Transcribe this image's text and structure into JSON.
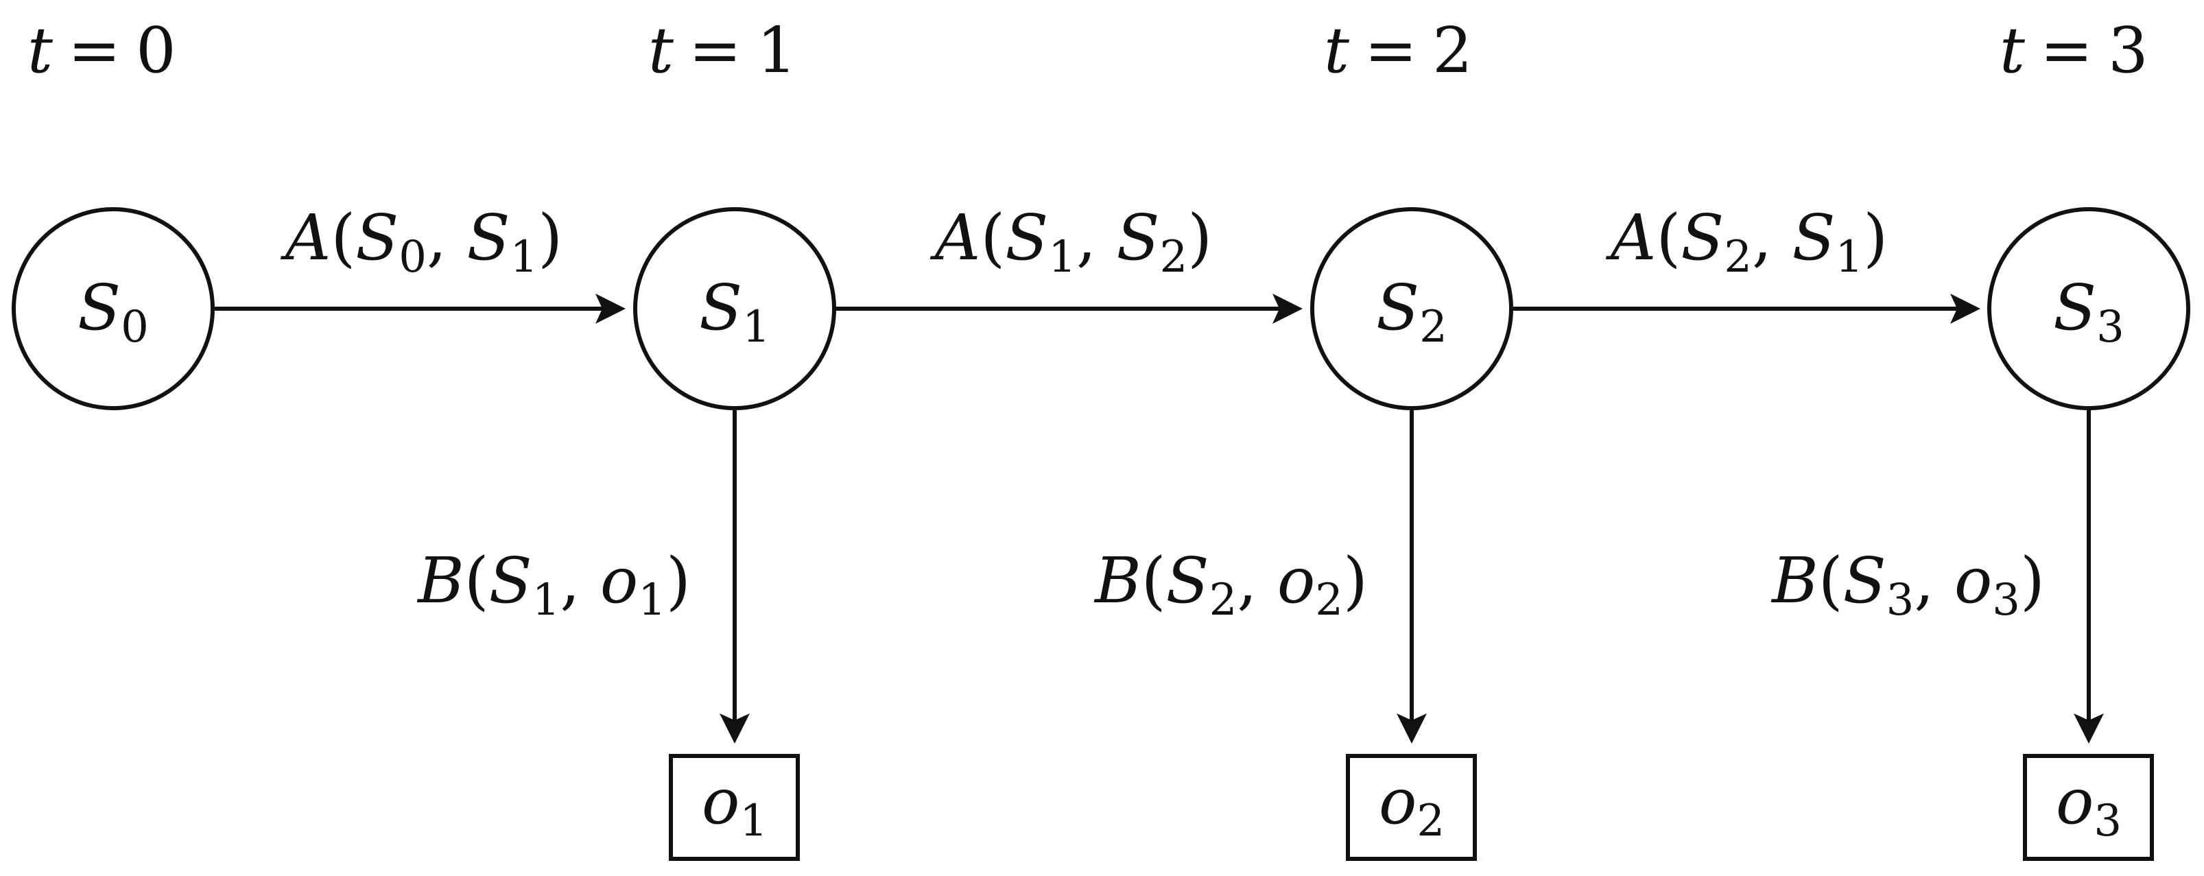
{
  "time_labels": [
    {
      "var": "t",
      "eq": "=",
      "val": "0"
    },
    {
      "var": "t",
      "eq": "=",
      "val": "1"
    },
    {
      "var": "t",
      "eq": "=",
      "val": "2"
    },
    {
      "var": "t",
      "eq": "=",
      "val": "3"
    }
  ],
  "states": [
    {
      "base": "S",
      "sub": "0"
    },
    {
      "base": "S",
      "sub": "1"
    },
    {
      "base": "S",
      "sub": "2"
    },
    {
      "base": "S",
      "sub": "3"
    }
  ],
  "observations": [
    {
      "base": "o",
      "sub": "1"
    },
    {
      "base": "o",
      "sub": "2"
    },
    {
      "base": "o",
      "sub": "3"
    }
  ],
  "transitions": [
    {
      "fn": "A",
      "a": "S",
      "a_sub": "0",
      "b": "S",
      "b_sub": "1"
    },
    {
      "fn": "A",
      "a": "S",
      "a_sub": "1",
      "b": "S",
      "b_sub": "2"
    },
    {
      "fn": "A",
      "a": "S",
      "a_sub": "2",
      "b": "S",
      "b_sub": "1"
    }
  ],
  "emissions": [
    {
      "fn": "B",
      "a": "S",
      "a_sub": "1",
      "b": "o",
      "b_sub": "1"
    },
    {
      "fn": "B",
      "a": "S",
      "a_sub": "2",
      "b": "o",
      "b_sub": "2"
    },
    {
      "fn": "B",
      "a": "S",
      "a_sub": "3",
      "b": "o",
      "b_sub": "3"
    }
  ]
}
